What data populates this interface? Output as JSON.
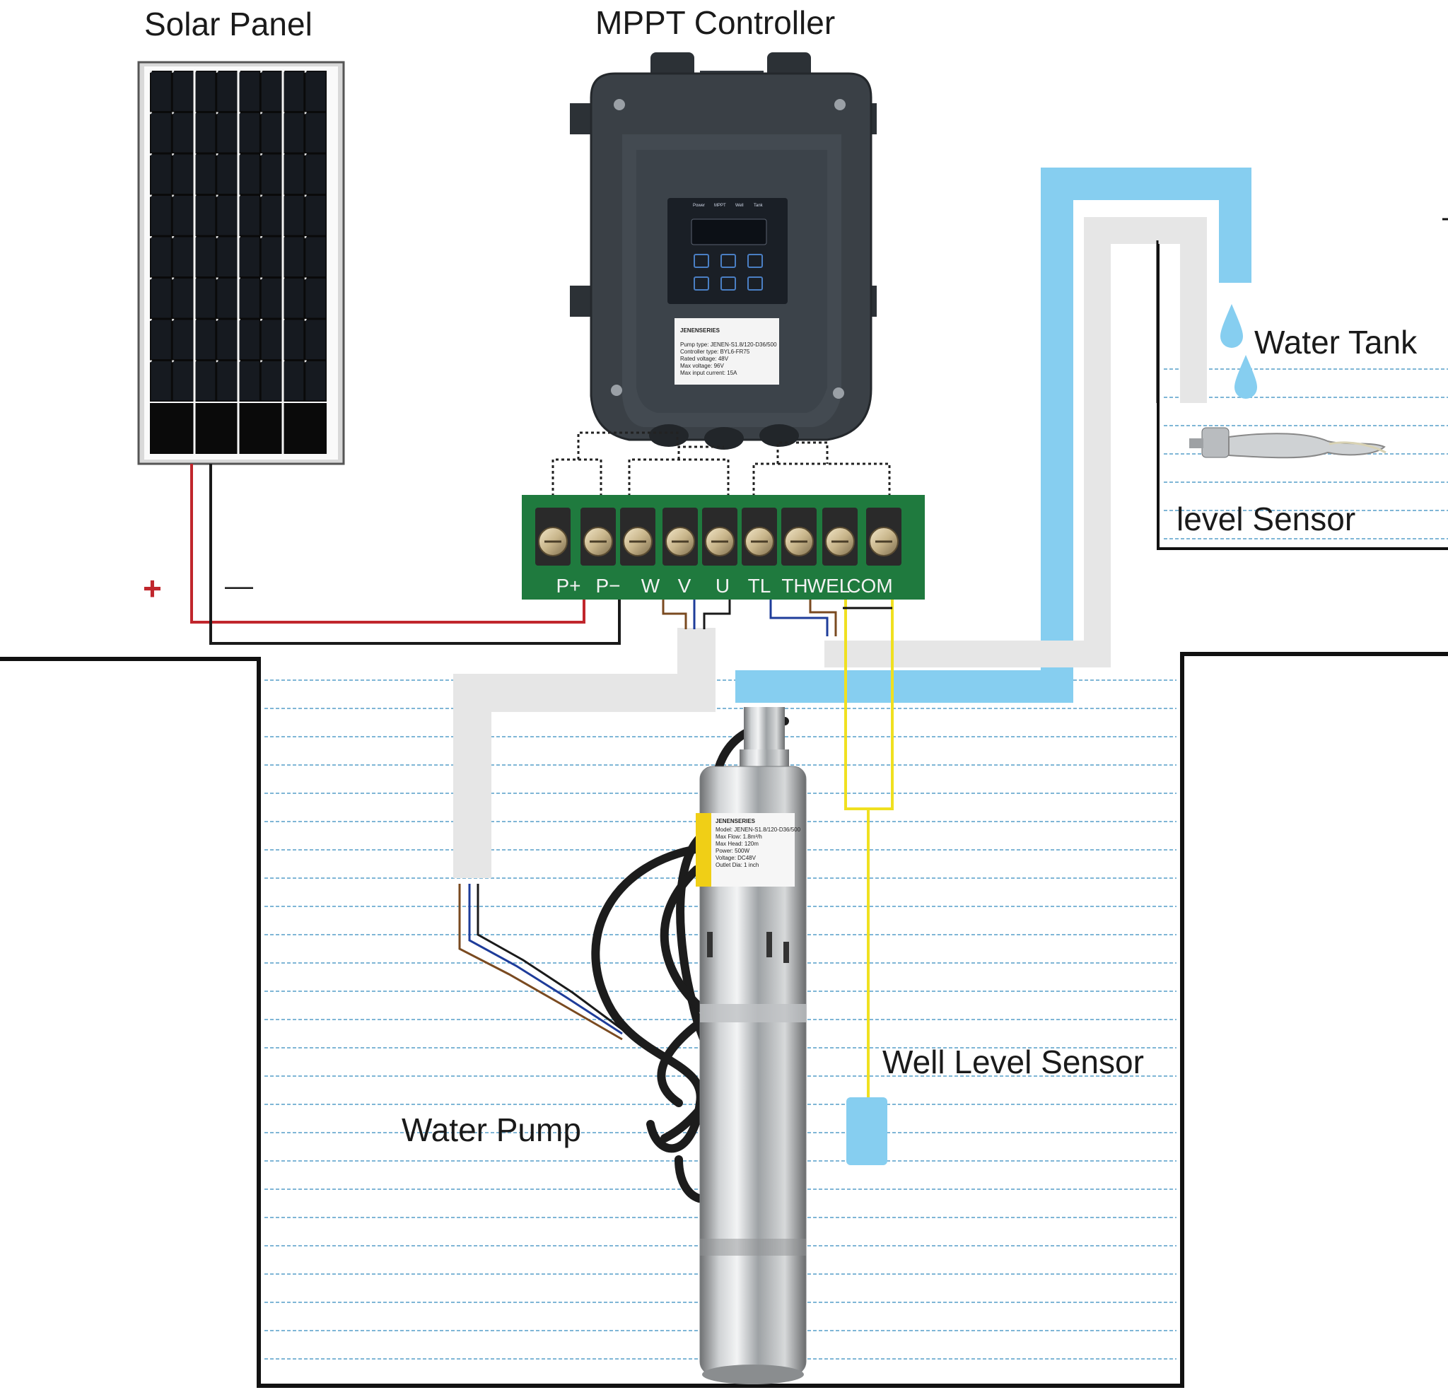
{
  "labels": {
    "solar_panel": "Solar Panel",
    "mppt_controller": "MPPT Controller",
    "water_tank": "Water Tank",
    "tank_level_sensor": "level Sensor",
    "water_pump": "Water Pump",
    "well_level_sensor": "Well Level Sensor",
    "plus_sign": "+",
    "minus_sign": "—"
  },
  "terminals": [
    "P+",
    "P−",
    "W",
    "V",
    "U",
    "TL",
    "TH",
    "WEL",
    "COM"
  ],
  "controller": {
    "brand": "JENENSERIES",
    "indicators": [
      "Power",
      "MPPT",
      "Well",
      "Tank"
    ],
    "spec_lines": [
      "Pump type: JENEN-S1.8/120-D36/500",
      "Controller type: BYL6-FR75",
      "Rated voltage: 48V",
      "Max voltage: 96V",
      "Max input current: 15A"
    ]
  },
  "pump": {
    "brand": "JENENSERIES",
    "spec_lines": [
      "Model: JENEN-S1.8/120-D36/500",
      "Max Flow: 1.8m³/h",
      "Max Head: 120m",
      "Power: 500W",
      "Voltage: DC48V",
      "Outlet Dia: 1 inch"
    ]
  },
  "colors": {
    "water_pipe": "#86cef0",
    "cable_gray": "#e6e6e6",
    "positive_wire": "#c0262c",
    "negative_wire": "#1a1a1a",
    "sensor_wire": "#f0e020",
    "terminal_board": "#1f7a3e",
    "controller_body": "#3a4046",
    "water_lines": "#7fb6d6"
  },
  "icons": [
    "water-drop-icon",
    "float-switch-icon",
    "control-button-icon"
  ]
}
